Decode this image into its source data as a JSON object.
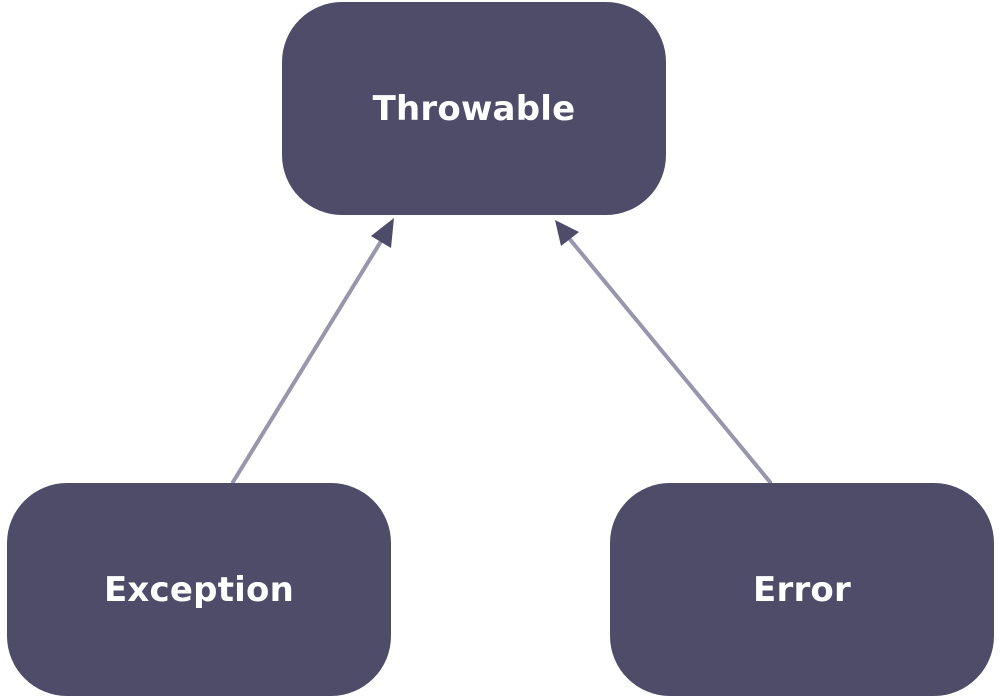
{
  "nodes": {
    "throwable": "Throwable",
    "exception": "Exception",
    "error": "Error"
  },
  "edges": [
    {
      "from": "Exception",
      "to": "Throwable"
    },
    {
      "from": "Error",
      "to": "Throwable"
    }
  ],
  "colors": {
    "node_fill": "#4e4c68",
    "node_text": "#ffffff",
    "edge_line": "#9896ad",
    "arrow_head": "#4e4c68",
    "background": "#ffffff"
  }
}
